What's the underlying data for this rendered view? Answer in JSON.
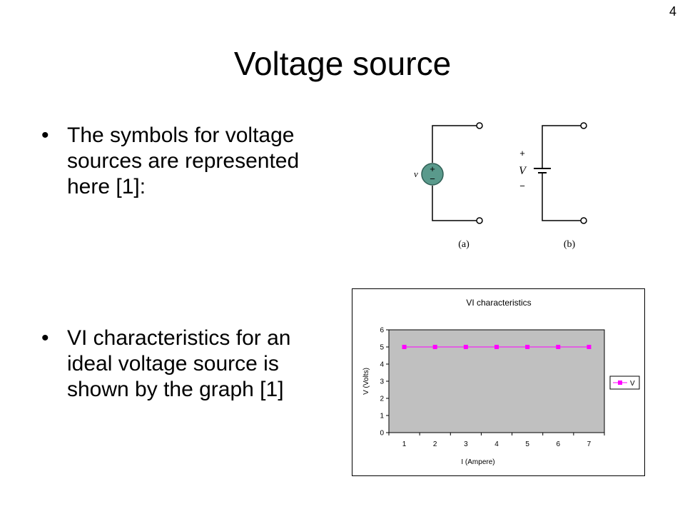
{
  "slide": {
    "number": "4",
    "title": "Voltage source"
  },
  "bullets": [
    "The symbols for voltage sources are represented here [1]:",
    "VI characteristics for an ideal voltage source is shown by the graph [1]"
  ],
  "bullet_glyph": "•",
  "circuit": {
    "label_a": "(a)",
    "label_b": "(b)",
    "var_a": "v",
    "var_b": "V",
    "plus": "+",
    "minus": "−",
    "source_fill": "#5a9a8c"
  },
  "chart_data": {
    "type": "line",
    "title": "VI characteristics",
    "xlabel": "I (Ampere)",
    "ylabel": "V (Volts)",
    "categories": [
      "1",
      "2",
      "3",
      "4",
      "5",
      "6",
      "7"
    ],
    "y_ticks": [
      "0",
      "1",
      "2",
      "3",
      "4",
      "5",
      "6"
    ],
    "ylim": [
      0,
      6
    ],
    "series": [
      {
        "name": "V",
        "values": [
          5,
          5,
          5,
          5,
          5,
          5,
          5
        ],
        "color": "#ff00ff"
      }
    ],
    "plot_background": "#c0c0c0",
    "legend_position": "right",
    "grid": false
  }
}
